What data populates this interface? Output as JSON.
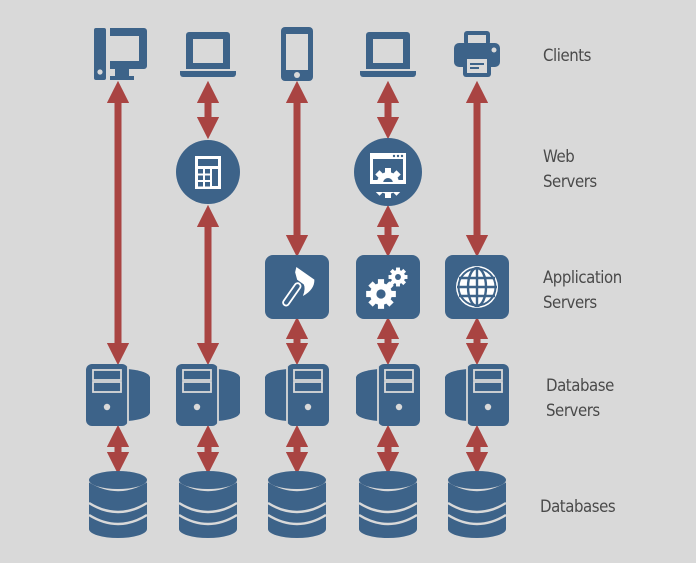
{
  "colors": {
    "background": "#d9d9d9",
    "icon": "#3d6389",
    "arrow": "#a94442",
    "glyph": "#ffffff",
    "label": "#4a4a4a"
  },
  "tiers": [
    {
      "id": "clients",
      "label_lines": [
        "Clients"
      ]
    },
    {
      "id": "web",
      "label_lines": [
        "Web",
        "Servers"
      ]
    },
    {
      "id": "app",
      "label_lines": [
        "Application",
        "Servers"
      ]
    },
    {
      "id": "dbserver",
      "label_lines": [
        "Database",
        "Servers"
      ]
    },
    {
      "id": "db",
      "label_lines": [
        "Databases"
      ]
    }
  ],
  "columns": [
    {
      "client": "desktop-icon",
      "web": null,
      "app": null,
      "dbserver": "server-tower-icon",
      "db": "database-icon"
    },
    {
      "client": "laptop-icon",
      "web": "calculator-icon",
      "app": null,
      "dbserver": "server-tower-icon",
      "db": "database-icon"
    },
    {
      "client": "smartphone-icon",
      "web": null,
      "app": "hammer-icon",
      "dbserver": "server-tower-icon",
      "db": "database-icon"
    },
    {
      "client": "laptop-icon",
      "web": "browser-gear-icon",
      "app": "gears-icon",
      "dbserver": "server-tower-icon",
      "db": "database-icon"
    },
    {
      "client": "printer-icon",
      "web": null,
      "app": "globe-icon",
      "dbserver": "server-tower-icon",
      "db": "database-icon"
    }
  ]
}
